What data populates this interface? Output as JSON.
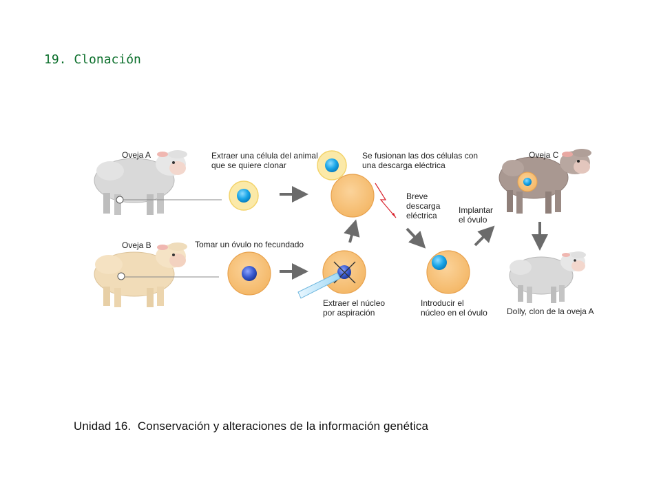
{
  "title": "19. Clonación",
  "footer": {
    "unit": "Unidad 16.",
    "topic": "Conservación y alteraciones de la información genética"
  },
  "diagram": {
    "sheep_a": "Oveja A",
    "sheep_b": "Oveja B",
    "sheep_c": "Oveja C",
    "step_extract_cell_1": "Extraer una célula del animal",
    "step_extract_cell_2": "que se quiere clonar",
    "step_take_ovum": "Tomar un óvulo no fecundado",
    "step_fuse_1": "Se fusionan las dos células con",
    "step_fuse_2": "una descarga eléctrica",
    "shock_1": "Breve",
    "shock_2": "descarga",
    "shock_3": "eléctrica",
    "implant_1": "Implantar",
    "implant_2": "el óvulo",
    "aspirate_1": "Extraer el núcleo",
    "aspirate_2": "por aspiración",
    "introduce_1": "Introducir el",
    "introduce_2": "núcleo en el óvulo",
    "result": "Dolly, clon de la oveja A"
  },
  "colors": {
    "title": "#0a6e2a",
    "ovum": "#f7c37a",
    "ovum_border": "#e8a24e",
    "nucleus": "#1aa6e8",
    "arrow": "#6b6b6b",
    "shock": "#d9232d",
    "sheep_white": "#d8d8d8",
    "sheep_cream": "#f1dcb8",
    "sheep_brown": "#a99891"
  }
}
